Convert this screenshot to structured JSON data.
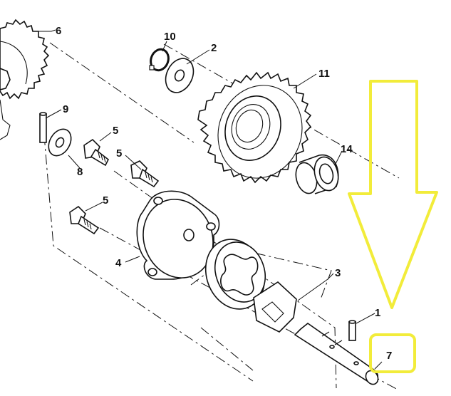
{
  "parts": {
    "p1": "1",
    "p2": "2",
    "p3": "3",
    "p4": "4",
    "p5a": "5",
    "p5b": "5",
    "p5c": "5",
    "p6": "6",
    "p7": "7",
    "p8": "8",
    "p9": "9",
    "p10": "10",
    "p11": "11",
    "p14": "14"
  },
  "highlight": {
    "color": "#f2ec3a",
    "arrow": "down-arrow",
    "target": "7"
  }
}
